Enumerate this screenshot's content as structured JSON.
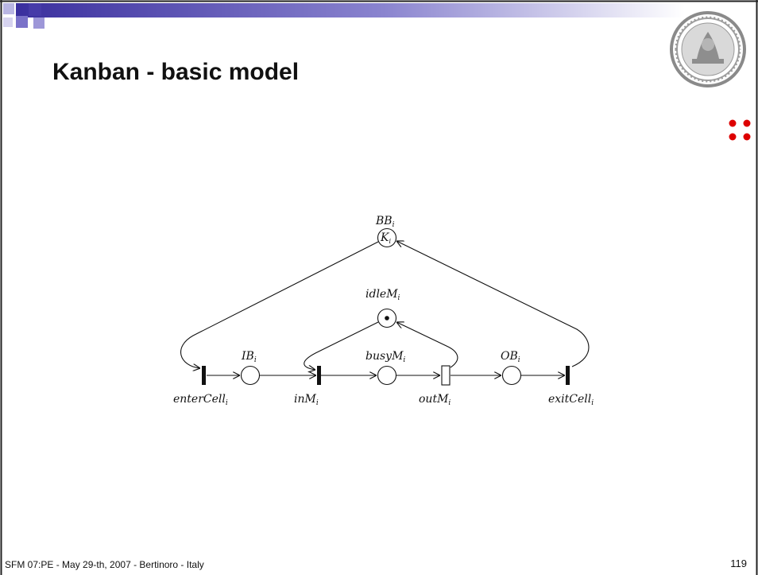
{
  "slide": {
    "title": "Kanban - basic model",
    "footer": "SFM 07:PE - May 29-th, 2007 - Bertinoro - Italy",
    "page_number": "119"
  },
  "accent_colors": {
    "header_bar": "#3a2f9e",
    "header_square_light": "#b9b6e3",
    "header_square_dark": "#463ba8",
    "dots": "#dd0000"
  },
  "seal_icon": "university-seal-icon",
  "petri_net": {
    "places": {
      "BB": {
        "label": "BB",
        "subscript": "i",
        "token_text": "K",
        "token_subscript": "i"
      },
      "idleM": {
        "label": "idleM",
        "subscript": "i",
        "tokens": 1
      },
      "IB": {
        "label": "IB",
        "subscript": "i"
      },
      "busyM": {
        "label": "busyM",
        "subscript": "i"
      },
      "OB": {
        "label": "OB",
        "subscript": "i"
      }
    },
    "transitions": {
      "enterCell": {
        "label": "enterCell",
        "subscript": "i",
        "kind": "immediate"
      },
      "inM": {
        "label": "inM",
        "subscript": "i",
        "kind": "immediate"
      },
      "outM": {
        "label": "outM",
        "subscript": "i",
        "kind": "timed"
      },
      "exitCell": {
        "label": "exitCell",
        "subscript": "i",
        "kind": "immediate"
      }
    }
  }
}
